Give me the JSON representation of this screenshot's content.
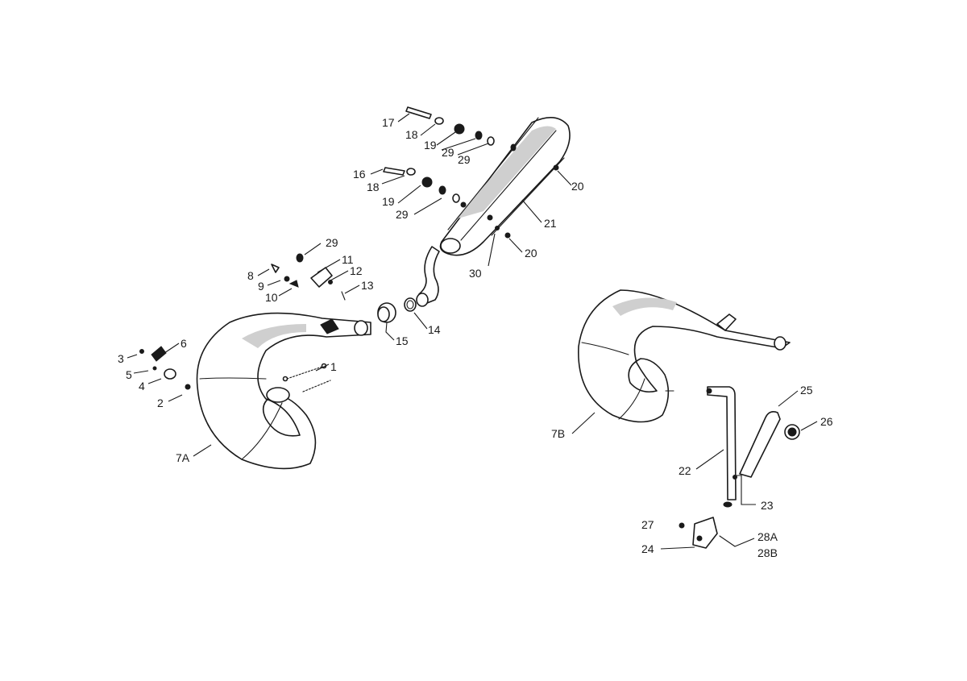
{
  "callouts": [
    {
      "id": "c1",
      "text": "1"
    },
    {
      "id": "c2",
      "text": "2"
    },
    {
      "id": "c3",
      "text": "3"
    },
    {
      "id": "c4",
      "text": "4"
    },
    {
      "id": "c5",
      "text": "5"
    },
    {
      "id": "c6",
      "text": "6"
    },
    {
      "id": "c7A",
      "text": "7A"
    },
    {
      "id": "c7B",
      "text": "7B"
    },
    {
      "id": "c8",
      "text": "8"
    },
    {
      "id": "c9",
      "text": "9"
    },
    {
      "id": "c10",
      "text": "10"
    },
    {
      "id": "c11",
      "text": "11"
    },
    {
      "id": "c12",
      "text": "12"
    },
    {
      "id": "c13",
      "text": "13"
    },
    {
      "id": "c14",
      "text": "14"
    },
    {
      "id": "c15",
      "text": "15"
    },
    {
      "id": "c16",
      "text": "16"
    },
    {
      "id": "c17",
      "text": "17"
    },
    {
      "id": "c18a",
      "text": "18"
    },
    {
      "id": "c18b",
      "text": "18"
    },
    {
      "id": "c19a",
      "text": "19"
    },
    {
      "id": "c19b",
      "text": "19"
    },
    {
      "id": "c20a",
      "text": "20"
    },
    {
      "id": "c20b",
      "text": "20"
    },
    {
      "id": "c21",
      "text": "21"
    },
    {
      "id": "c22",
      "text": "22"
    },
    {
      "id": "c23",
      "text": "23"
    },
    {
      "id": "c24",
      "text": "24"
    },
    {
      "id": "c25",
      "text": "25"
    },
    {
      "id": "c26",
      "text": "26"
    },
    {
      "id": "c27",
      "text": "27"
    },
    {
      "id": "c28A",
      "text": "28A"
    },
    {
      "id": "c28B",
      "text": "28B"
    },
    {
      "id": "c29a",
      "text": "29"
    },
    {
      "id": "c29b",
      "text": "29"
    },
    {
      "id": "c29c",
      "text": "29"
    },
    {
      "id": "c29d",
      "text": "29"
    },
    {
      "id": "c30",
      "text": "30"
    }
  ]
}
